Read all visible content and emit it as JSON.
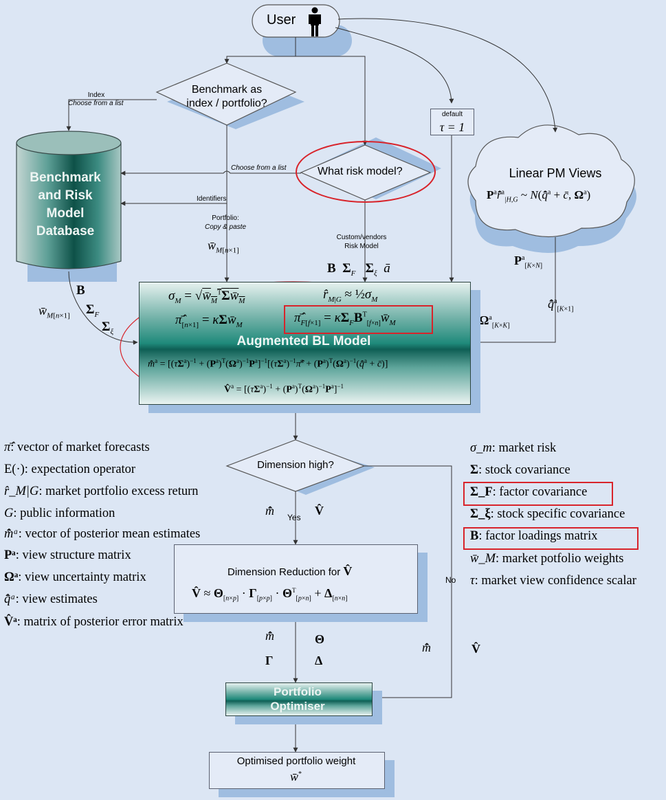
{
  "user": {
    "label": "User"
  },
  "benchmark_decision": {
    "line1": "Benchmark as",
    "line2": "index / portfolio?"
  },
  "index_branch": {
    "label": "Index",
    "sublabel": "Choose from a list"
  },
  "default_box": {
    "label": "default",
    "value": "τ = 1"
  },
  "database": {
    "line1": "Benchmark",
    "line2": "and Risk",
    "line3": "Model",
    "line4": "Database"
  },
  "risk_model": {
    "label": "What risk model?",
    "choose_label": "Choose from a list",
    "custom_label_line1": "Custom/vendors",
    "custom_label_line2": "Risk Model"
  },
  "views_cloud": {
    "title": "Linear PM Views"
  },
  "identifiers_label": "Identifiers",
  "portfolio_label": {
    "line1": "Portfolio:",
    "line2": "Copy & paste"
  },
  "bl_model": {
    "title": "Augmented BL Model"
  },
  "dimension_decision": {
    "label": "Dimension high?",
    "yes": "Yes",
    "no": "No"
  },
  "dimension_reduction": {
    "title": "Dimension Reduction for"
  },
  "optimiser": {
    "line1": "Portfolio",
    "line2": "Optimiser"
  },
  "output": {
    "label": "Optimised portfolio weight"
  },
  "legend_left": [
    {
      "symbol": "π̄̂",
      "text": ": vector of market forecasts"
    },
    {
      "symbol": "E(·)",
      "text": ": expectation operator"
    },
    {
      "symbol": "r̂_M|G",
      "text": ": market portfolio excess return"
    },
    {
      "symbol": "G",
      "text": ": public information"
    },
    {
      "symbol": "m̄̂ᵃ",
      "text": ": vector of posterior mean estimates"
    },
    {
      "symbol": "Pᵃ",
      "text": ": view structure matrix"
    },
    {
      "symbol": "Ωᵃ",
      "text": ": view uncertainty matrix"
    },
    {
      "symbol": "q̄̂ᵃ",
      "text": ": view estimates"
    },
    {
      "symbol": "V̂ᵃ",
      "text": ": matrix of posterior error matrix"
    }
  ],
  "legend_right": [
    {
      "symbol": "σ_m",
      "text": ": market risk"
    },
    {
      "symbol": "Σ",
      "text": ": stock covariance"
    },
    {
      "symbol": "Σ_F",
      "text": ": factor covariance"
    },
    {
      "symbol": "Σ_ξ",
      "text": ": stock specific covariance"
    },
    {
      "symbol": "B",
      "text": ": factor loadings matrix"
    },
    {
      "symbol": "w̄_M",
      "text": ": market potfolio weights"
    },
    {
      "symbol": "τ",
      "text": ": market view confidence scalar"
    }
  ],
  "colors": {
    "highlight": "#d8232a",
    "teal": "#1f8a7b",
    "shadow": "#9fbde0",
    "background": "#dce6f4"
  }
}
